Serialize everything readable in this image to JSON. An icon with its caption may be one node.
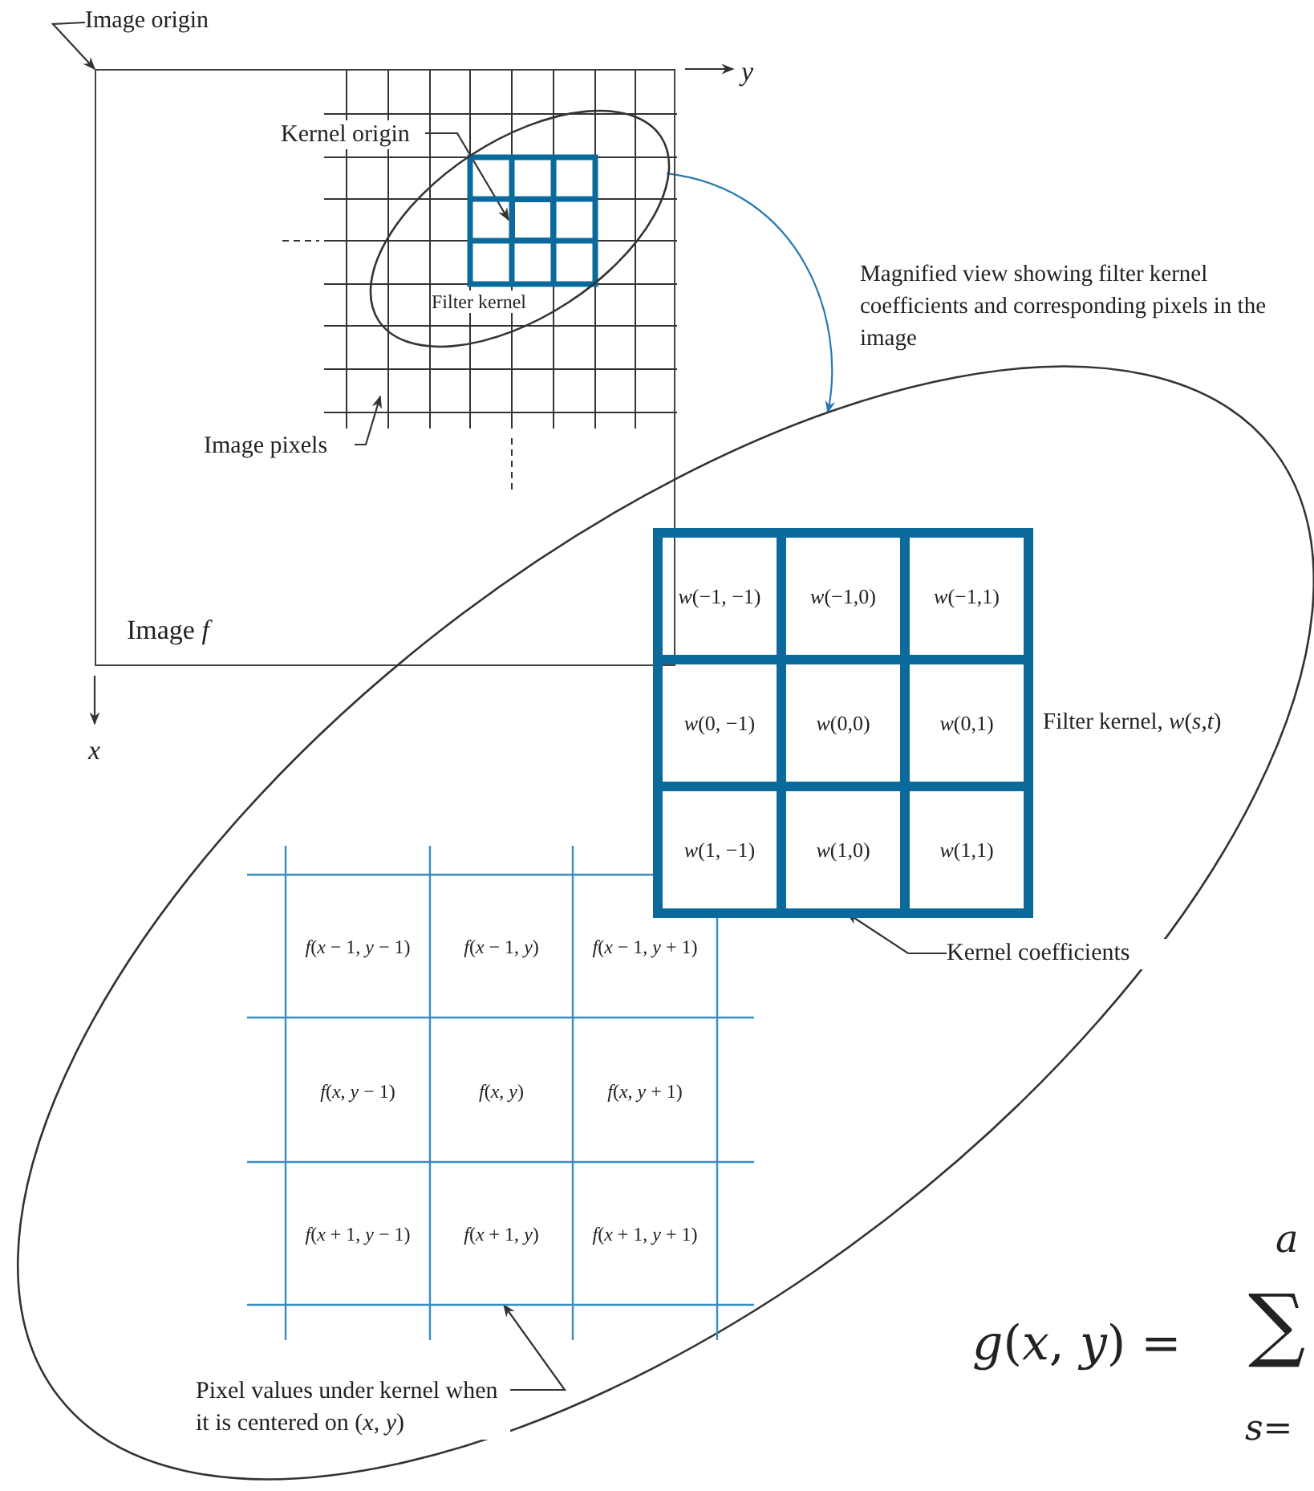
{
  "diagram": {
    "nodes": [
      {
        "text": [
          "Image origin"
        ]
      },
      {
        "text": [
          "Image *f*"
        ]
      },
      {
        "text": [
          "Kernel origin"
        ],
        "in": 1
      },
      {
        "text": [
          "Filter kernel"
        ],
        "in": 1
      },
      {
        "text": [
          "Image pixels"
        ],
        "in": 1
      },
      {
        "text": [],
        "shape": "ellipse"
      },
      {
        "text": [
          "*w*(−1, −1)"
        ],
        "in": 5
      },
      {
        "text": [
          "*w*(−1,0)"
        ],
        "in": 5
      },
      {
        "text": [
          "*w*(−1,1)"
        ],
        "in": 5
      },
      {
        "text": [
          "*w*(0, −1)"
        ],
        "in": 5
      },
      {
        "text": [
          "*w*(0,0)"
        ],
        "in": 5
      },
      {
        "text": [
          "*w*(0,1)"
        ],
        "in": 5
      },
      {
        "text": [
          "*w*(1, −1)"
        ],
        "in": 5
      },
      {
        "text": [
          "*w*(1,0)"
        ],
        "in": 5
      },
      {
        "text": [
          "*w*(1,1)"
        ],
        "in": 5
      },
      {
        "text": [
          "Kernel coefficients"
        ],
        "in": 5
      },
      {
        "text": [
          "*f*(*x* − 1, *y* − 1)"
        ],
        "in": 5
      },
      {
        "text": [
          "*f*(*x* − 1, *y*)"
        ],
        "in": 5
      },
      {
        "text": [
          "*f*(*x* − 1, *y* + 1)"
        ],
        "in": 5
      },
      {
        "text": [
          "*f*(*x*, *y* − 1)"
        ],
        "in": 5
      },
      {
        "text": [
          "*f*(*x*, *y*)"
        ],
        "in": 5
      },
      {
        "text": [
          "*f*(*x*, *y* + 1)"
        ],
        "in": 5
      },
      {
        "text": [
          "*f*(*x* + 1, *y* − 1)"
        ],
        "in": 5
      },
      {
        "text": [
          "*f*(*x* + 1, *y*)"
        ],
        "in": 5
      },
      {
        "text": [
          "*f*(*x* + 1, *y* + 1)"
        ],
        "in": 5
      },
      {
        "text": [
          "Pixel values under kernel when it is centered on (*x*, *y*)"
        ],
        "in": 5
      },
      {
        "text": [],
        "shape": "box",
        "in": 3
      }
    ],
    "edges": [
      {
        "from": 0,
        "to": 1,
        "arrow": "to"
      },
      {
        "from": 2,
        "to": 26,
        "arrow": "to"
      },
      {
        "from": 4,
        "to": null,
        "arrow": "to"
      },
      {
        "from": 3,
        "to": 5,
        "arrow": "to",
        "color": "#2a7ab0"
      },
      {
        "from": 15,
        "to": 13,
        "arrow": "to"
      },
      {
        "from": 25,
        "to": 23,
        "arrow": "to"
      }
    ],
    "labels": [
      "*y*",
      "*x*",
      "Magnified view showing filter kernel coefficients and corresponding pixels in the image",
      "Filter kernel, *w*(*s*,*t*)",
      "*g*(*x*, *y*) =",
      "∑",
      "*a*",
      "*s*="
    ]
  }
}
